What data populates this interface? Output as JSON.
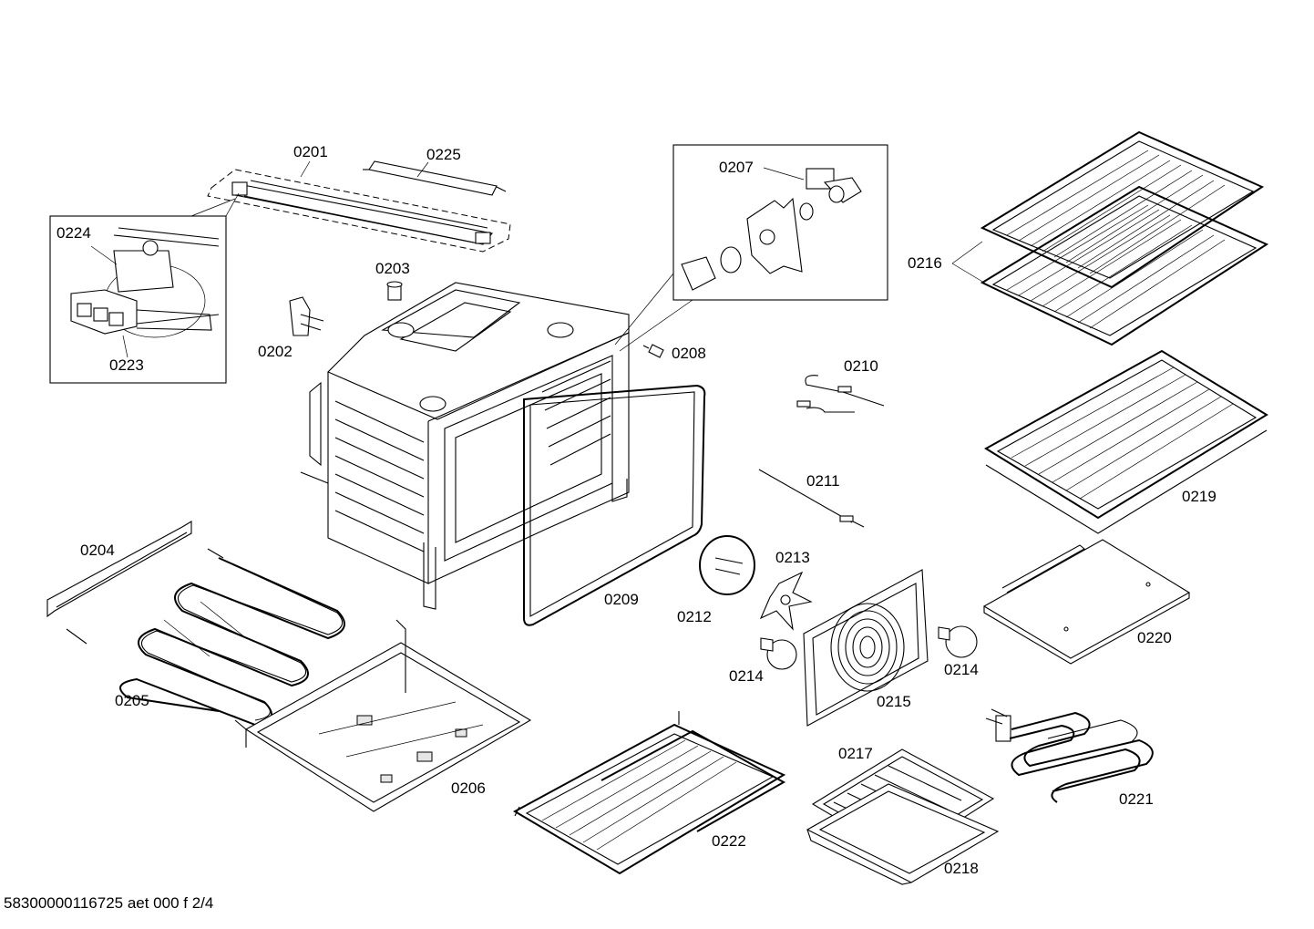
{
  "labels": {
    "p0201": "0201",
    "p0225": "0225",
    "p0224": "0224",
    "p0223": "0223",
    "p0203": "0203",
    "p0202": "0202",
    "p0207": "0207",
    "p0208": "0208",
    "p0216": "0216",
    "p0210": "0210",
    "p0211": "0211",
    "p0219": "0219",
    "p0204": "0204",
    "p0209": "0209",
    "p0212": "0212",
    "p0213": "0213",
    "p0220": "0220",
    "p0214a": "0214",
    "p0214b": "0214",
    "p0215": "0215",
    "p0205": "0205",
    "p0206": "0206",
    "p0217": "0217",
    "p0221": "0221",
    "p0222": "0222",
    "p0218": "0218"
  },
  "footer": {
    "document_code": "58300000116725 aet 000 f 2/4"
  }
}
